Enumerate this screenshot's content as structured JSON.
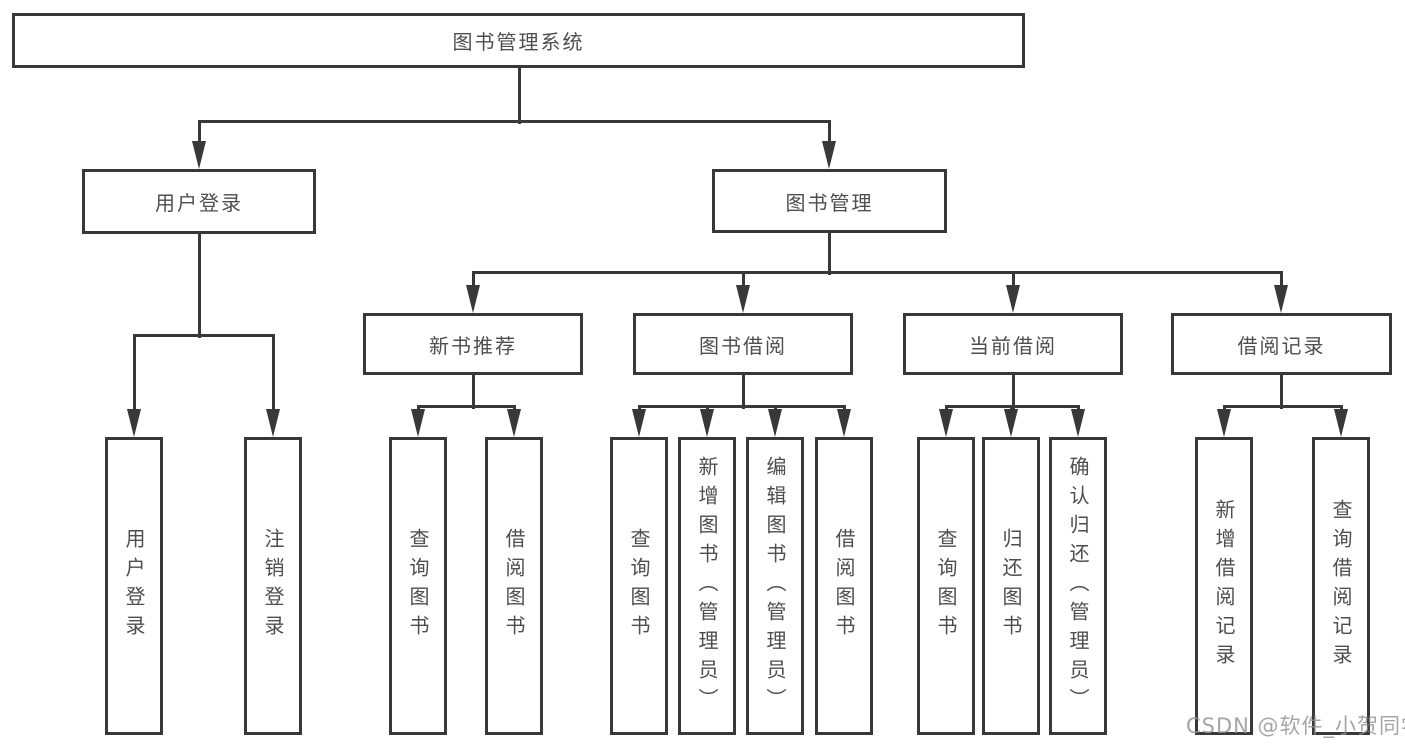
{
  "nodes": {
    "root": "图书管理系统",
    "level1": {
      "user_login": "用户登录",
      "book_mgmt": "图书管理"
    },
    "level2": {
      "new_book_rec": "新书推荐",
      "book_borrow": "图书借阅",
      "current_borrow": "当前借阅",
      "borrow_records": "借阅记录"
    },
    "leaves": {
      "ul_login": "用户登录",
      "ul_logout": "注销登录",
      "nbr_query": "查询图书",
      "nbr_borrow": "借阅图书",
      "bb_query": "查询图书",
      "bb_add": "新增图书（管理员）",
      "bb_edit": "编辑图书（管理员）",
      "bb_borrow": "借阅图书",
      "cb_query": "查询图书",
      "cb_return": "归还图书",
      "cb_confirm": "确认归还（管理员）",
      "br_add": "新增借阅记录",
      "br_query": "查询借阅记录"
    }
  },
  "watermark": "CSDN @软件_小贺同学",
  "colors": {
    "line": "#383838",
    "text": "#4e4e4e",
    "background": "#ffffff",
    "watermark": "#919191"
  }
}
